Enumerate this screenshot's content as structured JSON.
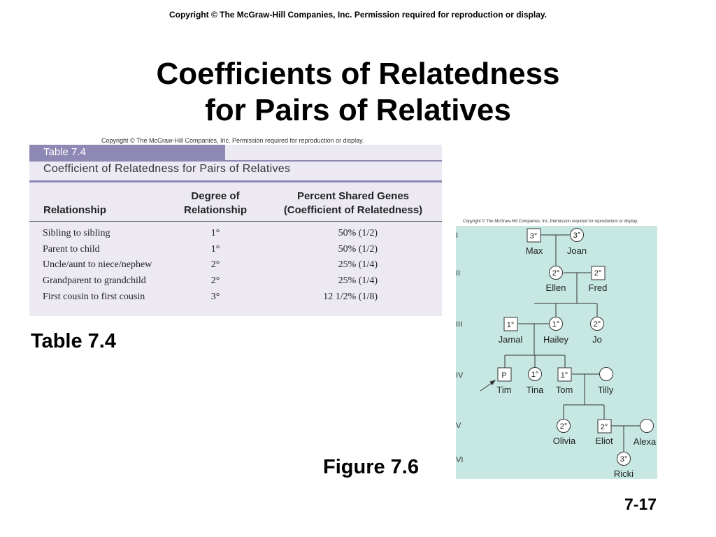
{
  "slide": {
    "copyright": "Copyright  © The McGraw-Hill Companies, Inc.  Permission required for reproduction or display.",
    "title_line1": "Coefficients of Relatedness",
    "title_line2": "for Pairs of Relatives",
    "table_label": "Table 7.4",
    "figure_label": "Figure 7.6",
    "slide_number": "7-17"
  },
  "table": {
    "copyright": "Copyright © The McGraw-Hill Companies, Inc. Permission required for reproduction or display.",
    "tag": "Table 7.4",
    "caption": "Coefficient of Relatedness for Pairs of Relatives",
    "headers": {
      "relationship": "Relationship",
      "degree_line1": "Degree of",
      "degree_line2": "Relationship",
      "percent_line1": "Percent Shared Genes",
      "percent_line2": "(Coefficient of Relatedness)"
    },
    "rows": [
      {
        "relationship": "Sibling to sibling",
        "degree": "1°",
        "percent": "50% (1/2)"
      },
      {
        "relationship": "Parent to child",
        "degree": "1°",
        "percent": "50% (1/2)"
      },
      {
        "relationship": "Uncle/aunt to niece/nephew",
        "degree": "2°",
        "percent": "25% (1/4)"
      },
      {
        "relationship": "Grandparent to grandchild",
        "degree": "2°",
        "percent": "25% (1/4)"
      },
      {
        "relationship": "First cousin to first cousin",
        "degree": "3°",
        "percent": "12 1/2% (1/8)"
      }
    ],
    "colors": {
      "accent": "#8e88b5",
      "background": "#ece9f3"
    }
  },
  "pedigree": {
    "copyright": "Copyright © The McGraw-Hill Companies, Inc. Permission required for reproduction or display.",
    "background": "#c6e7e2",
    "generations": [
      "I",
      "II",
      "III",
      "IV",
      "V",
      "VI"
    ],
    "people": {
      "max": {
        "name": "Max",
        "symbol": "3°"
      },
      "joan": {
        "name": "Joan",
        "symbol": "3°"
      },
      "ellen": {
        "name": "Ellen",
        "symbol": "2°"
      },
      "fred": {
        "name": "Fred",
        "symbol": "2°"
      },
      "jamal": {
        "name": "Jamal",
        "symbol": "1°"
      },
      "hailey": {
        "name": "Hailey",
        "symbol": "1°"
      },
      "jo": {
        "name": "Jo",
        "symbol": "2°"
      },
      "tim": {
        "name": "Tim",
        "symbol": "P"
      },
      "tina": {
        "name": "Tina",
        "symbol": "1°"
      },
      "tom": {
        "name": "Tom",
        "symbol": "1°"
      },
      "tilly": {
        "name": "Tilly",
        "symbol": ""
      },
      "olivia": {
        "name": "Olivia",
        "symbol": "2°"
      },
      "eliot": {
        "name": "Eliot",
        "symbol": "2°"
      },
      "alexa": {
        "name": "Alexa",
        "symbol": ""
      },
      "ricki": {
        "name": "Ricki",
        "symbol": "3°"
      }
    }
  }
}
